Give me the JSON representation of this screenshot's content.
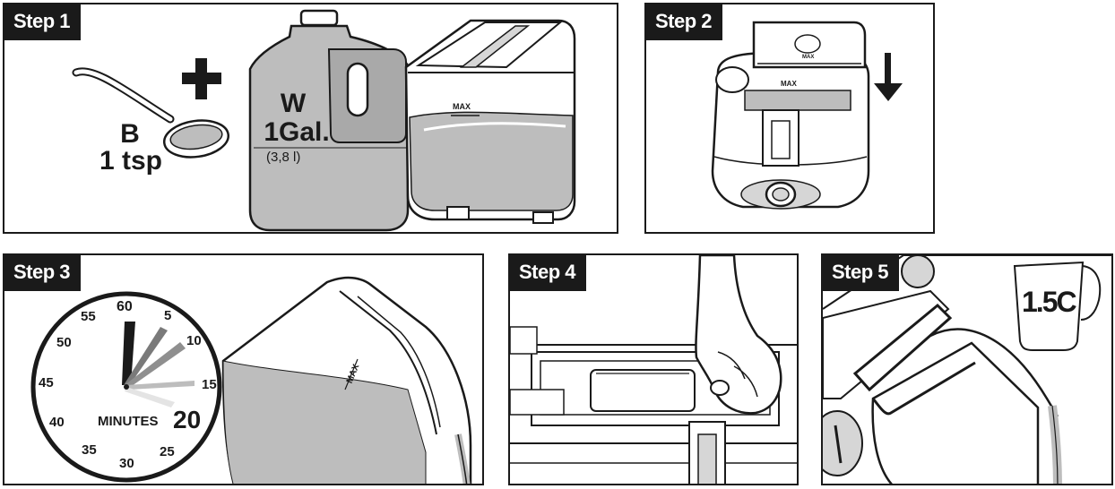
{
  "steps": [
    {
      "tag": "Step 1"
    },
    {
      "tag": "Step 2"
    },
    {
      "tag": "Step 3"
    },
    {
      "tag": "Step 4"
    },
    {
      "tag": "Step 5"
    }
  ],
  "step1": {
    "bleach_letter": "B",
    "bleach_amount": "1 tsp",
    "plus_symbol": "+",
    "water_letter": "W",
    "water_amount": "1Gal.",
    "water_metric": "(3,8 l)",
    "tank_max": "MAX"
  },
  "step2": {
    "tank_max": "MAX",
    "base_max": "MAX"
  },
  "step3": {
    "dial_numbers": [
      "60",
      "5",
      "10",
      "15",
      "20",
      "25",
      "30",
      "35",
      "40",
      "45",
      "50",
      "55"
    ],
    "minutes_label": "MINUTES",
    "tank_max": "MAX"
  },
  "step5": {
    "cup_label": "1.5C"
  },
  "colors": {
    "ink": "#1a1a1a",
    "fill_gray": "#bdbdbd",
    "light_gray": "#d6d6d6"
  }
}
